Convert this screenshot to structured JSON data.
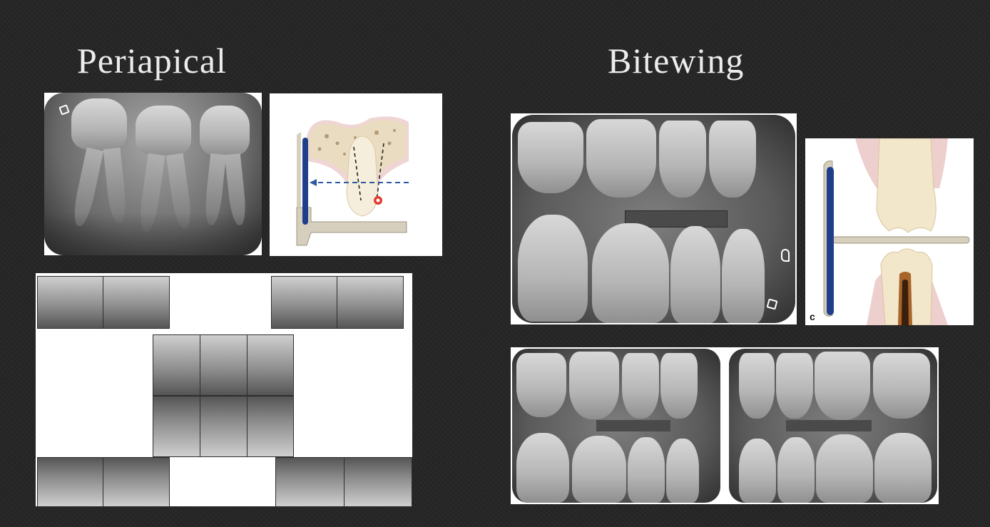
{
  "headings": {
    "left": "Periapical",
    "right": "Bitewing"
  },
  "diagram_bitewing": {
    "letter": "c"
  },
  "colors": {
    "background": "#262626",
    "heading_text": "#ececec",
    "sensor_blue": "#1f3f8a",
    "holder_beige": "#d6cfbd",
    "gum_pink": "#e8c3c0",
    "beam_arrow": "#2c5aa0",
    "focal_red": "#e23b2e"
  }
}
